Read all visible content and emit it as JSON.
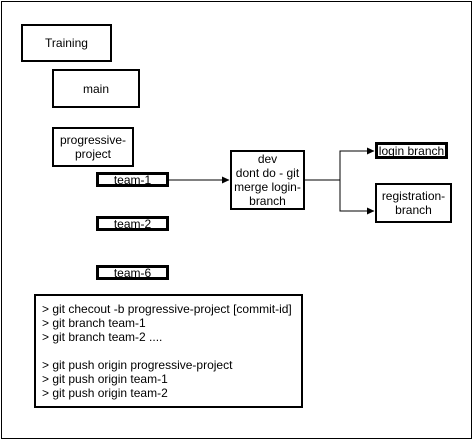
{
  "nodes": {
    "training": "Training",
    "main": "main",
    "progressive_project": "progressive-\nproject",
    "team_1": "team-1",
    "team_2": "team-2",
    "team_6": "team-6",
    "dev": "dev\ndont do - git\nmerge login-\nbranch",
    "login_branch": "login branch",
    "registration_branch": "registration-\nbranch"
  },
  "commands": [
    "> git checout -b progressive-project [commit-id]",
    "> git branch team-1",
    "> git branch team-2 ....",
    "",
    "> git push origin progressive-project",
    "> git push origin team-1",
    "> git push origin team-2"
  ],
  "edges": [
    {
      "from": "team-1",
      "to": "dev"
    },
    {
      "from": "dev",
      "to": "login branch"
    },
    {
      "from": "dev",
      "to": "registration-branch"
    }
  ]
}
